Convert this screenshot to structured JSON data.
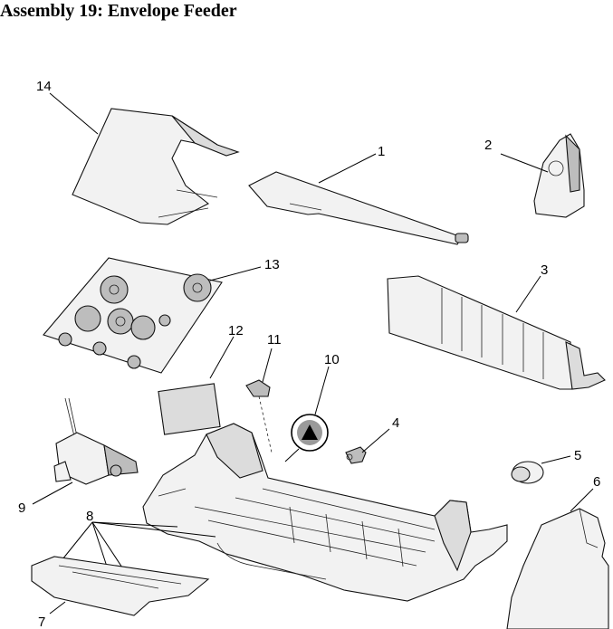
{
  "title": "Assembly 19: Envelope Feeder",
  "callouts": {
    "c1": "1",
    "c2": "2",
    "c3": "3",
    "c4": "4",
    "c5": "5",
    "c6": "6",
    "c7": "7",
    "c8": "8",
    "c9": "9",
    "c10": "10",
    "c11": "11",
    "c12": "12",
    "c13": "13",
    "c14": "14"
  },
  "colors": {
    "line": "#111111",
    "fill": "#f2f2f2",
    "shade": "#bdbdbd"
  }
}
